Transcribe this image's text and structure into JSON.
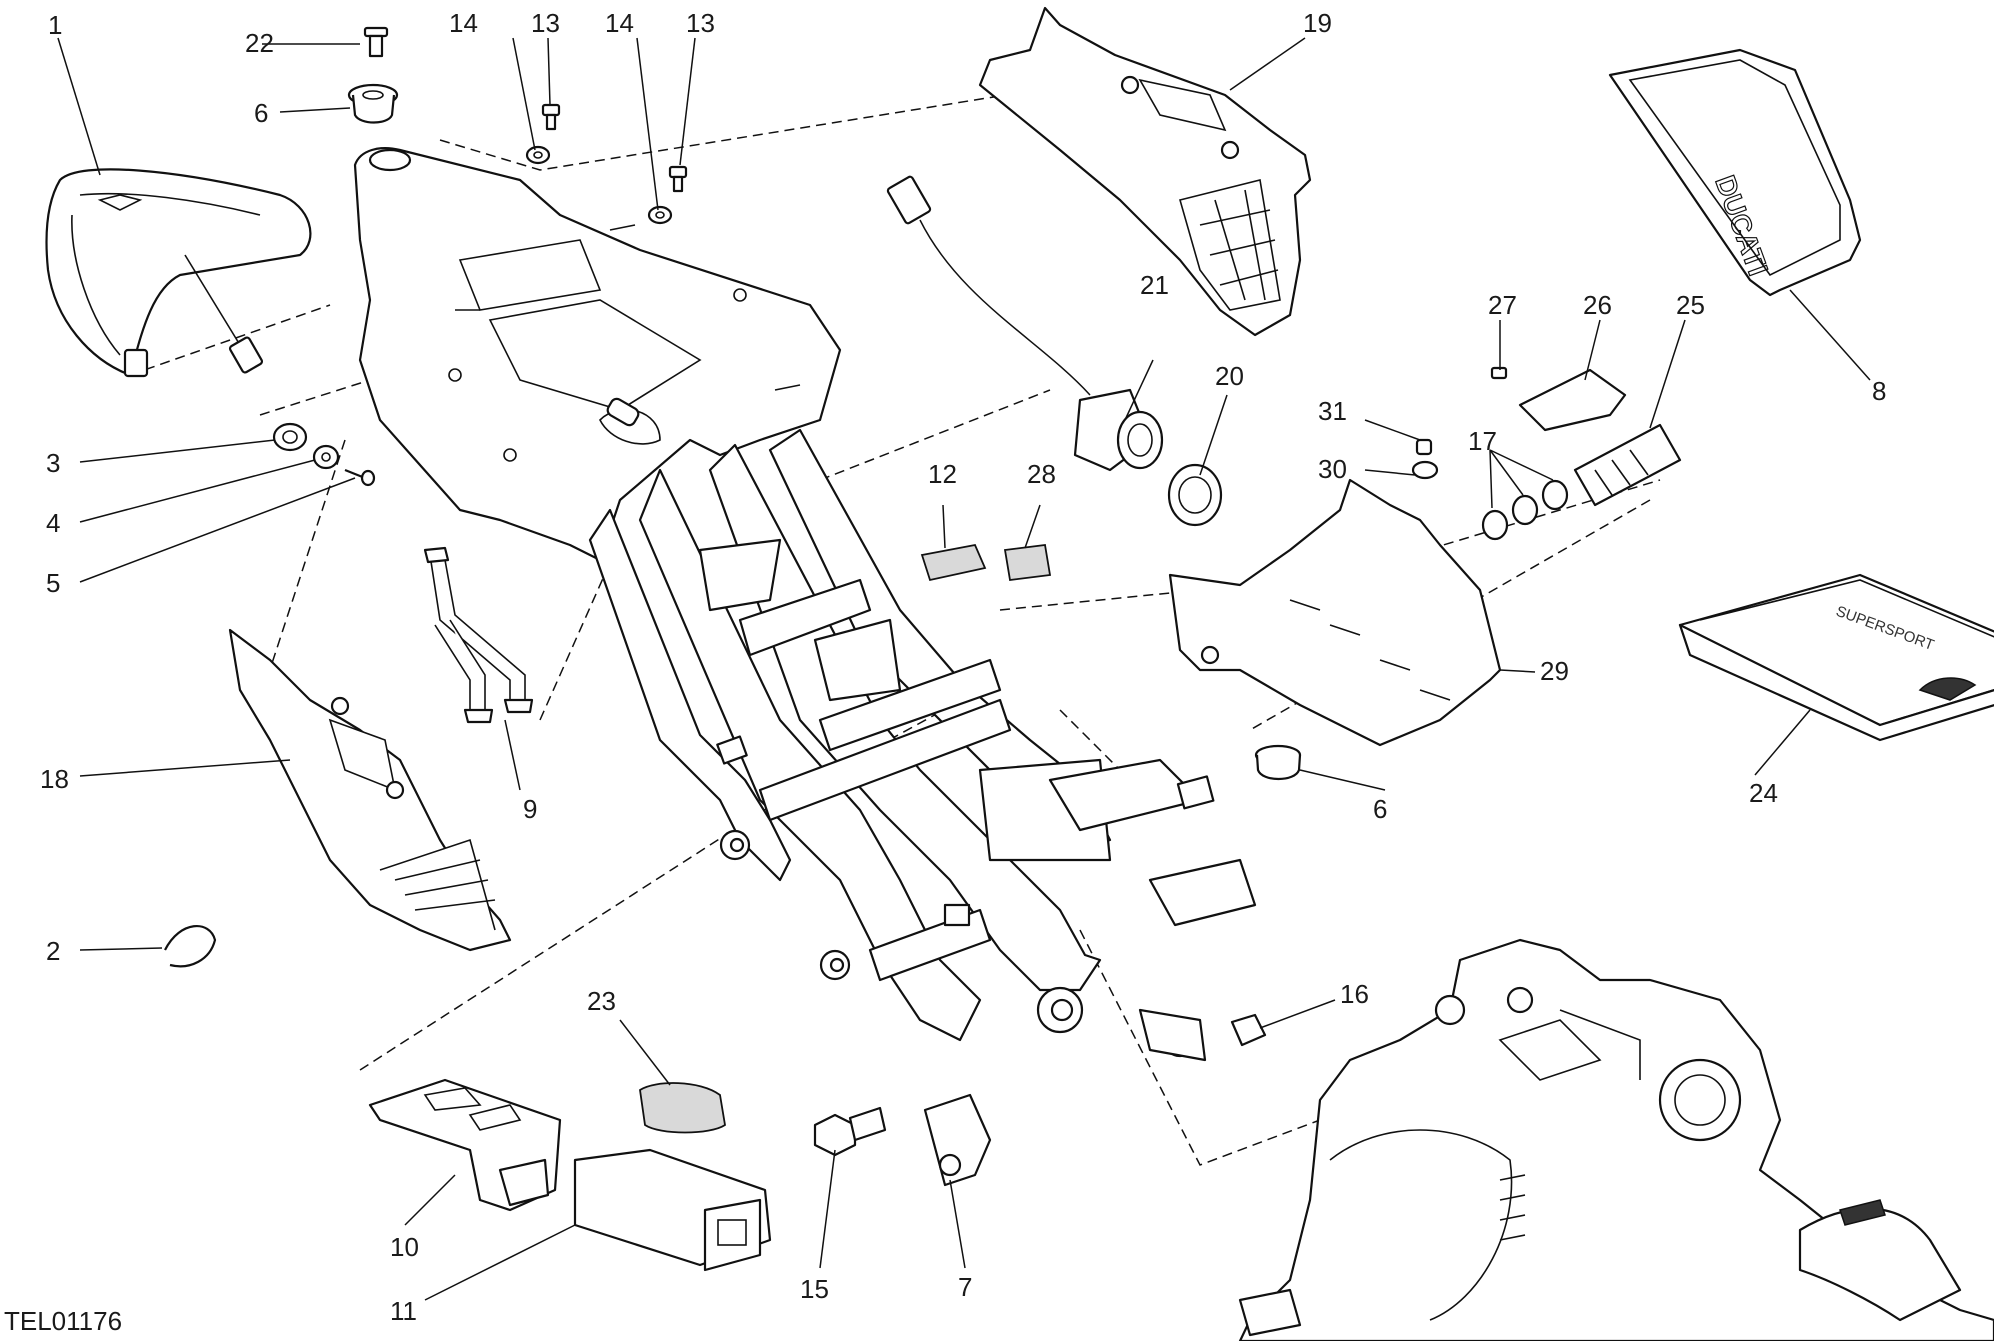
{
  "drawing_code": "TEL01176",
  "brand_mark_text": "DUCATI",
  "manual_cover_text": "SUPERSPORT",
  "callouts": [
    {
      "id": "c1",
      "label": "1"
    },
    {
      "id": "c2",
      "label": "2"
    },
    {
      "id": "c3",
      "label": "3"
    },
    {
      "id": "c4",
      "label": "4"
    },
    {
      "id": "c5",
      "label": "5"
    },
    {
      "id": "c6a",
      "label": "6"
    },
    {
      "id": "c6b",
      "label": "6"
    },
    {
      "id": "c7",
      "label": "7"
    },
    {
      "id": "c8",
      "label": "8"
    },
    {
      "id": "c9",
      "label": "9"
    },
    {
      "id": "c10",
      "label": "10"
    },
    {
      "id": "c11",
      "label": "11"
    },
    {
      "id": "c12",
      "label": "12"
    },
    {
      "id": "c13a",
      "label": "13"
    },
    {
      "id": "c13b",
      "label": "13"
    },
    {
      "id": "c14a",
      "label": "14"
    },
    {
      "id": "c14b",
      "label": "14"
    },
    {
      "id": "c15",
      "label": "15"
    },
    {
      "id": "c16",
      "label": "16"
    },
    {
      "id": "c17",
      "label": "17"
    },
    {
      "id": "c18",
      "label": "18"
    },
    {
      "id": "c19",
      "label": "19"
    },
    {
      "id": "c20",
      "label": "20"
    },
    {
      "id": "c21",
      "label": "21"
    },
    {
      "id": "c22",
      "label": "22"
    },
    {
      "id": "c23",
      "label": "23"
    },
    {
      "id": "c24",
      "label": "24"
    },
    {
      "id": "c25",
      "label": "25"
    },
    {
      "id": "c26",
      "label": "26"
    },
    {
      "id": "c27",
      "label": "27"
    },
    {
      "id": "c28",
      "label": "28"
    },
    {
      "id": "c29",
      "label": "29"
    },
    {
      "id": "c30",
      "label": "30"
    },
    {
      "id": "c31",
      "label": "31"
    }
  ]
}
